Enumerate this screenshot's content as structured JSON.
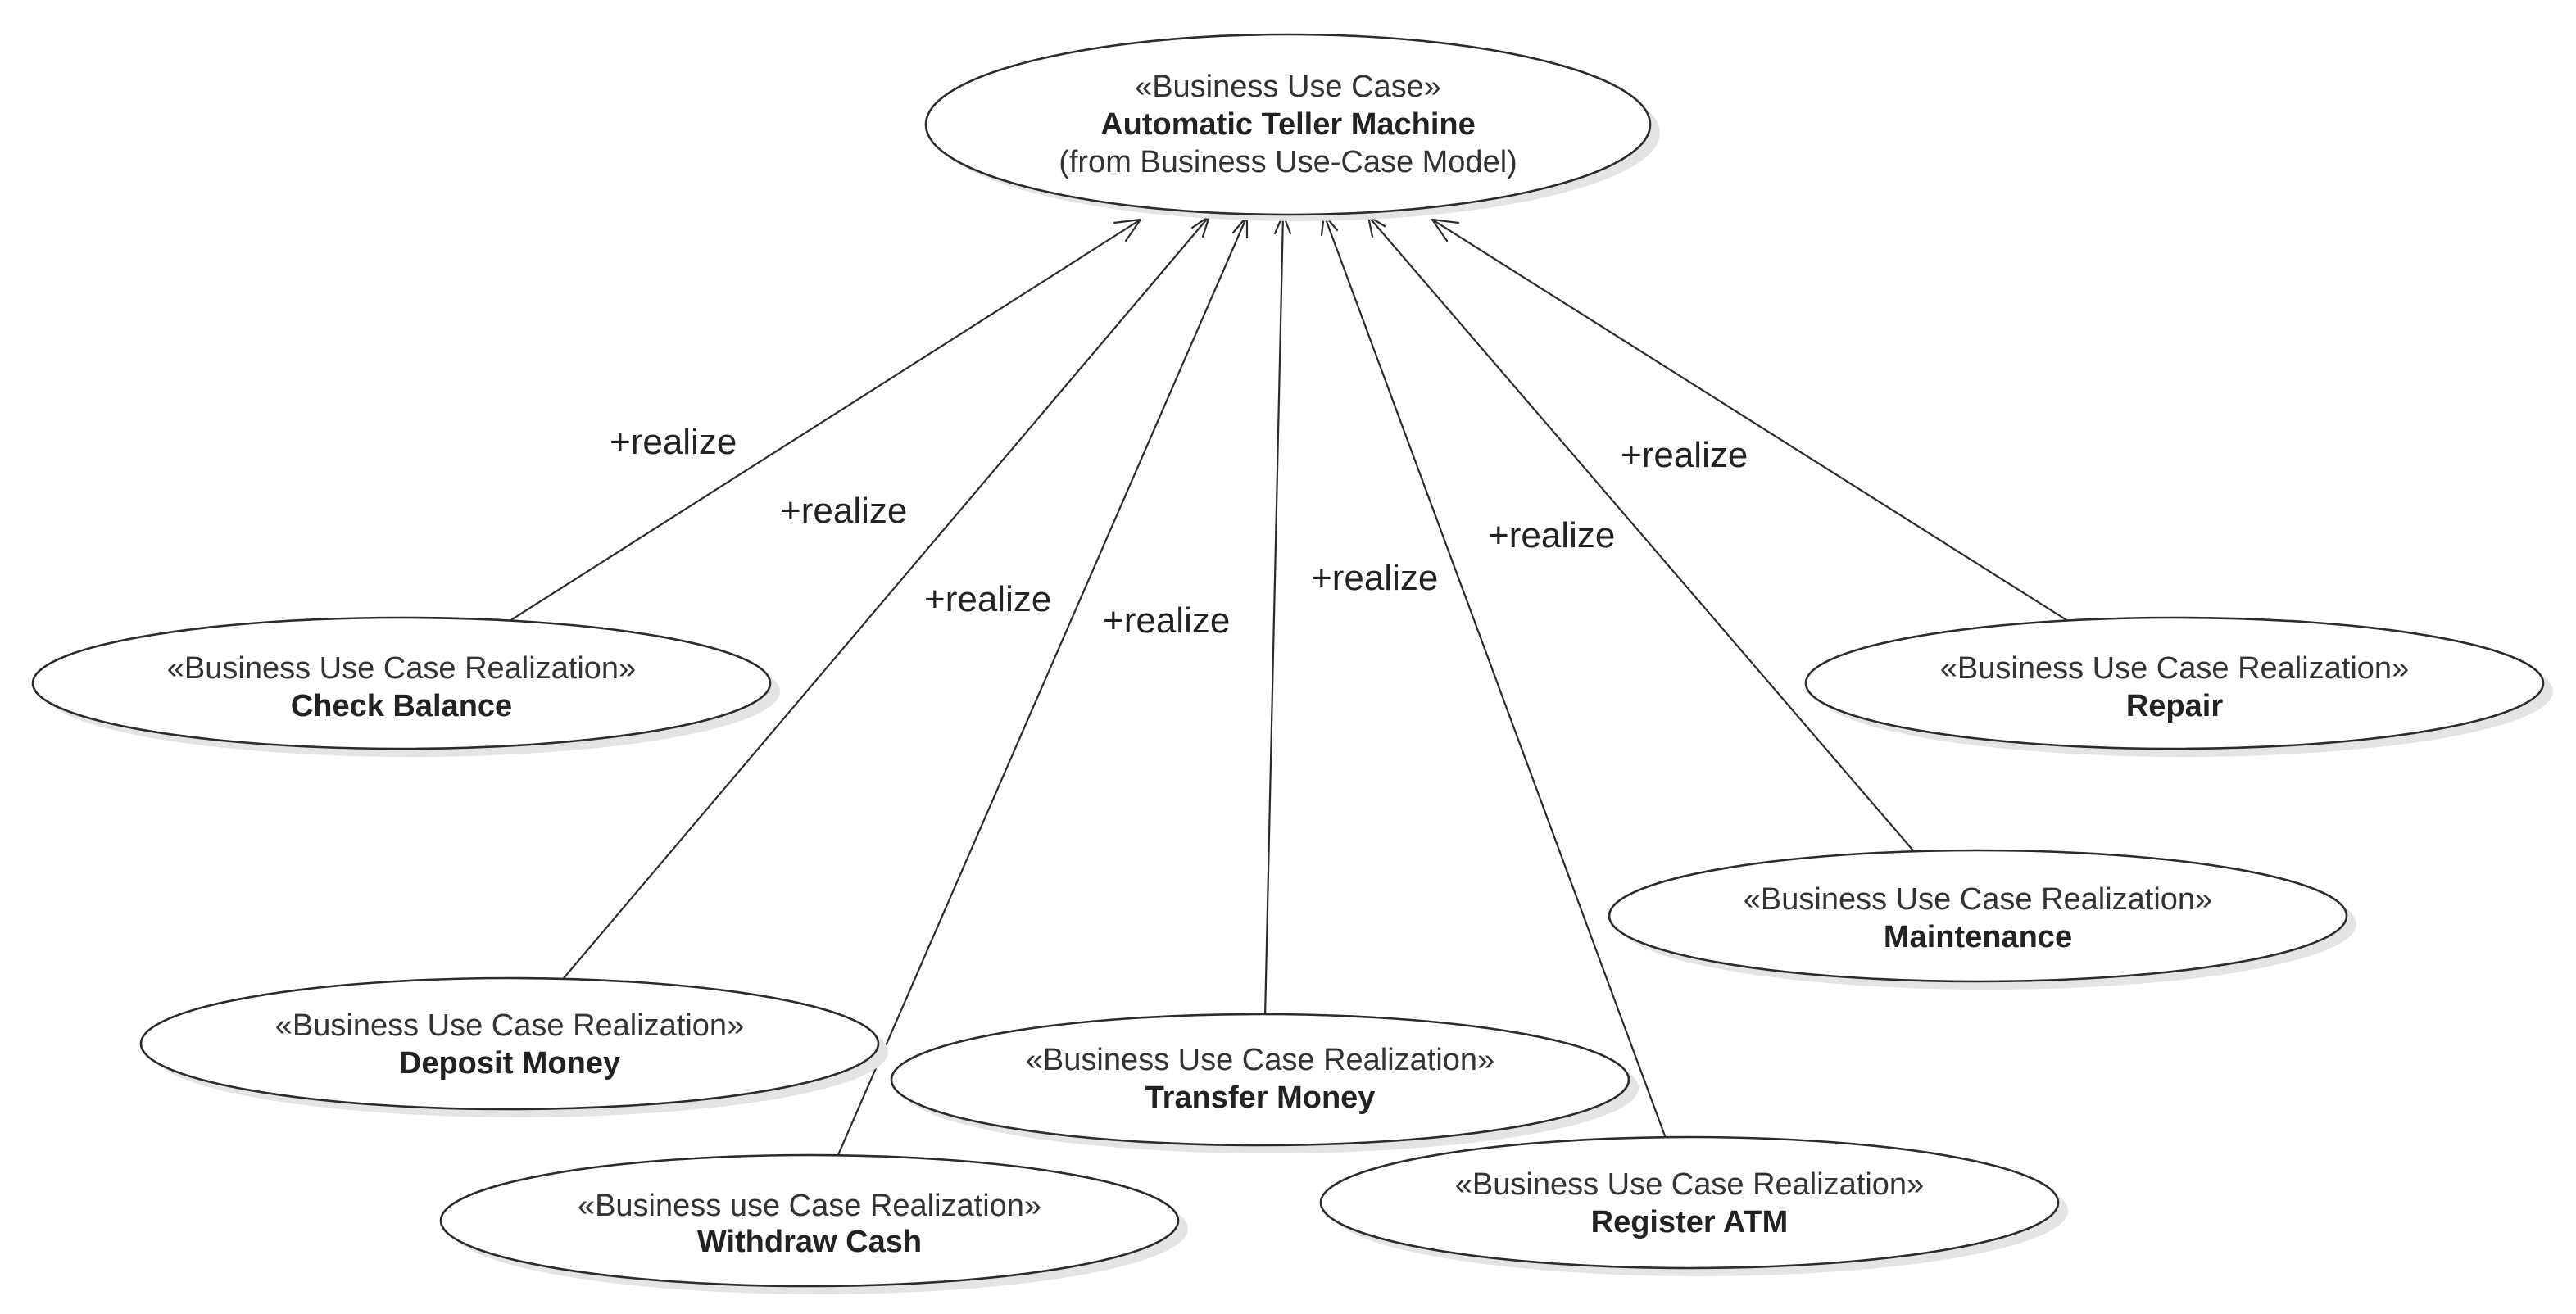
{
  "target": {
    "stereotype": "«Business Use Case»",
    "name": "Automatic Teller Machine",
    "subtitle": "(from Business Use-Case Model)"
  },
  "realizations": [
    {
      "id": "check-balance",
      "stereotype": "«Business Use Case Realization»",
      "name": "Check Balance"
    },
    {
      "id": "deposit-money",
      "stereotype": "«Business Use Case Realization»",
      "name": "Deposit Money"
    },
    {
      "id": "withdraw-cash",
      "stereotype": "«Business use Case Realization»",
      "name": "Withdraw Cash"
    },
    {
      "id": "transfer-money",
      "stereotype": "«Business Use Case Realization»",
      "name": "Transfer Money"
    },
    {
      "id": "register-atm",
      "stereotype": "«Business Use Case Realization»",
      "name": "Register ATM"
    },
    {
      "id": "maintenance",
      "stereotype": "«Business Use Case Realization»",
      "name": "Maintenance"
    },
    {
      "id": "repair",
      "stereotype": "«Business Use Case Realization»",
      "name": "Repair"
    }
  ],
  "edges": [
    {
      "from": "check-balance",
      "label": "+realize"
    },
    {
      "from": "deposit-money",
      "label": "+realize"
    },
    {
      "from": "withdraw-cash",
      "label": "+realize"
    },
    {
      "from": "transfer-money",
      "label": "+realize"
    },
    {
      "from": "register-atm",
      "label": "+realize"
    },
    {
      "from": "maintenance",
      "label": "+realize"
    },
    {
      "from": "repair",
      "label": "+realize"
    }
  ]
}
